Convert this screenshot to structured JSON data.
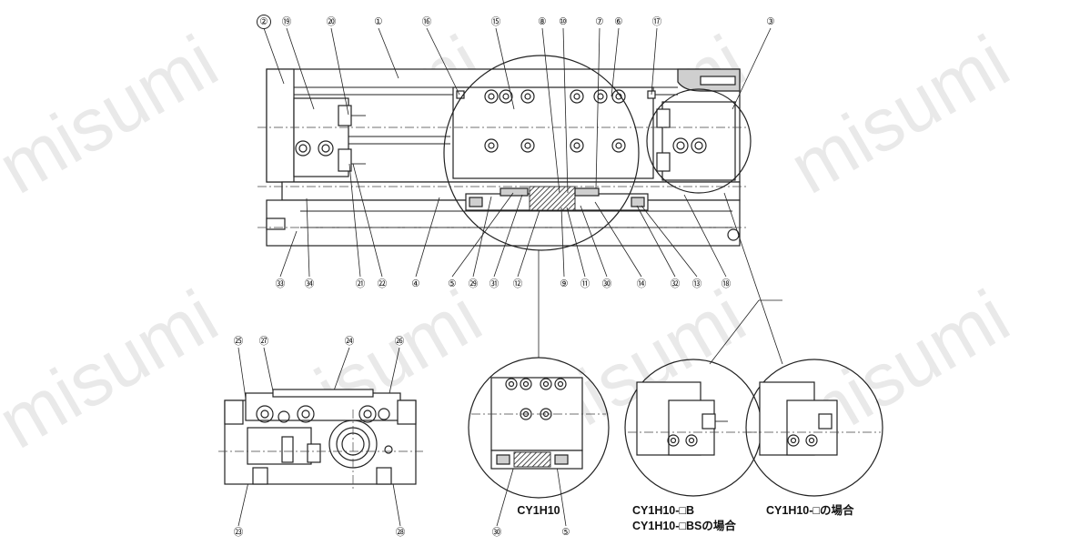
{
  "watermark": "misumi",
  "callouts": [
    {
      "id": "c2",
      "label": "②"
    },
    {
      "id": "c19",
      "label": "⑲"
    },
    {
      "id": "c20",
      "label": "⑳"
    },
    {
      "id": "c1",
      "label": "①"
    },
    {
      "id": "c16",
      "label": "⑯"
    },
    {
      "id": "c15",
      "label": "⑮"
    },
    {
      "id": "c8",
      "label": "⑧"
    },
    {
      "id": "c10",
      "label": "⑩"
    },
    {
      "id": "c7",
      "label": "⑦"
    },
    {
      "id": "c6",
      "label": "⑥"
    },
    {
      "id": "c17",
      "label": "⑰"
    },
    {
      "id": "c3",
      "label": "③"
    },
    {
      "id": "c33",
      "label": "㉝"
    },
    {
      "id": "c34",
      "label": "㉞"
    },
    {
      "id": "c21",
      "label": "㉑"
    },
    {
      "id": "c22",
      "label": "㉒"
    },
    {
      "id": "c4",
      "label": "④"
    },
    {
      "id": "c5",
      "label": "⑤"
    },
    {
      "id": "c29",
      "label": "㉙"
    },
    {
      "id": "c31",
      "label": "㉛"
    },
    {
      "id": "c12",
      "label": "⑫"
    },
    {
      "id": "c9",
      "label": "⑨"
    },
    {
      "id": "c11",
      "label": "⑪"
    },
    {
      "id": "c30",
      "label": "㉚"
    },
    {
      "id": "c14",
      "label": "⑭"
    },
    {
      "id": "c32",
      "label": "㉜"
    },
    {
      "id": "c13",
      "label": "⑬"
    },
    {
      "id": "c18",
      "label": "⑱"
    },
    {
      "id": "c25",
      "label": "㉕"
    },
    {
      "id": "c27",
      "label": "㉗"
    },
    {
      "id": "c24",
      "label": "㉔"
    },
    {
      "id": "c26",
      "label": "㉖"
    },
    {
      "id": "c23",
      "label": "㉓"
    },
    {
      "id": "c28",
      "label": "㉘"
    },
    {
      "id": "c30b",
      "label": "㉚"
    },
    {
      "id": "c5b",
      "label": "⑤"
    }
  ],
  "captions": {
    "cy1h10": "CY1H10",
    "b_line1": "CY1H10-□B",
    "b_line2": "CY1H10-□BSの場合",
    "plain": "CY1H10-□の場合"
  }
}
